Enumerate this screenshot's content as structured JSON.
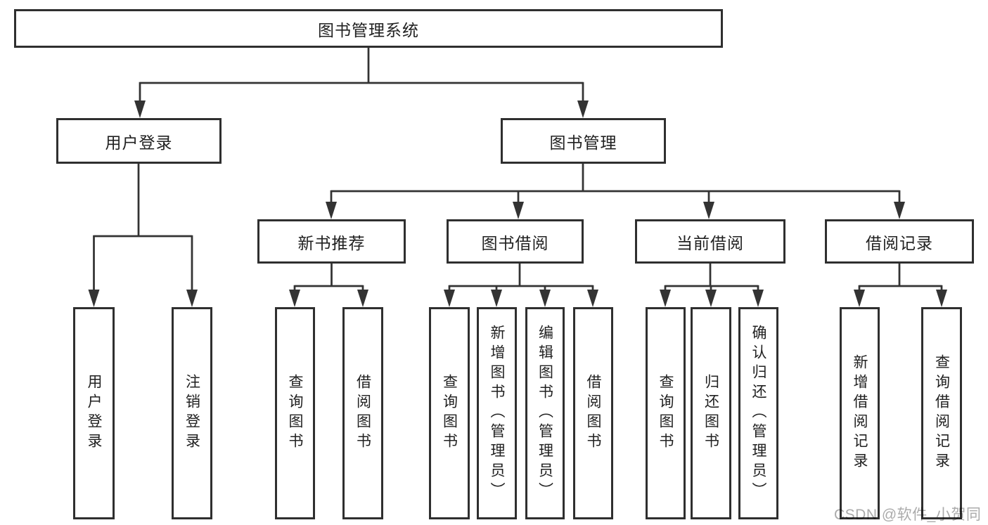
{
  "tree": {
    "root": "图书管理系统",
    "login_branch": {
      "label": "用户登录",
      "children": [
        "用户登录",
        "注销登录"
      ]
    },
    "management_branch": {
      "label": "图书管理",
      "sections": [
        {
          "label": "新书推荐",
          "children": [
            "查询图书",
            "借阅图书"
          ]
        },
        {
          "label": "图书借阅",
          "children": [
            "查询图书",
            "新增图书（管理员）",
            "编辑图书（管理员）",
            "借阅图书"
          ]
        },
        {
          "label": "当前借阅",
          "children": [
            "查询图书",
            "归还图书",
            "确认归还（管理员）"
          ]
        },
        {
          "label": "借阅记录",
          "children": [
            "新增借阅记录",
            "查询借阅记录"
          ]
        }
      ]
    }
  },
  "watermark": {
    "text": "CSDN @软件_小贺同学"
  },
  "colors": {
    "background": "#ffffff",
    "line": "#333333",
    "box_border": "#2f2f2f",
    "text": "#212121",
    "watermark": "#ababab"
  }
}
